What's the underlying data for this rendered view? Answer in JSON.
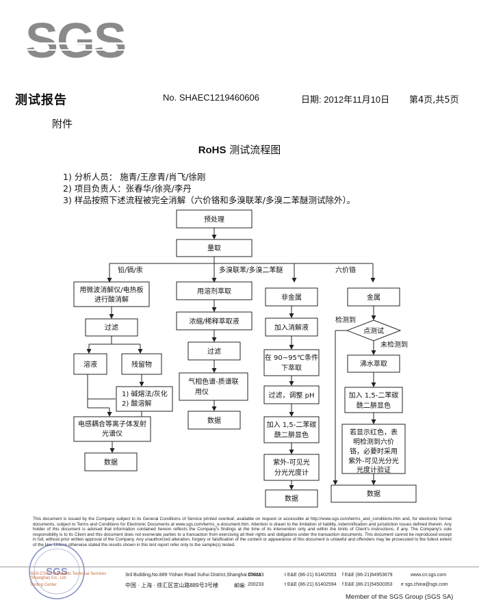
{
  "header": {
    "logo_text": "SGS",
    "title": "测试报告",
    "report_no": "No. SHAEC1219460606",
    "date": "日期: 2012年11月10日",
    "page": "第4页,共5页"
  },
  "attachment_label": "附件",
  "flow_title_bold": "RoHS",
  "flow_title_rest": " 测试流程图",
  "items": [
    "1)  分析人员：   施青/王彦青/肖飞/徐刚",
    "2)  项目负责人：张春华/徐亮/李丹",
    "3)  样品按照下述流程被完全消解（六价铬和多溴联苯/多溴二苯醚测试除外）。"
  ],
  "flow": {
    "pretreat": "预处理",
    "weigh": "量取",
    "branch_metals": "铅/镉/汞",
    "branch_pbb": "多溴联苯/多溴二苯醚",
    "branch_cr": "六价铬",
    "microwave_1": "用微波消解仪/电热板",
    "microwave_2": "进行酸消解",
    "filter_1": "过滤",
    "solution": "溶液",
    "residue": "残留物",
    "fusion_1": "1)  碱熔法/灰化",
    "fusion_2": "2)  酸溶解",
    "icp_1": "电感耦合等离子体发射",
    "icp_2": "光谱仪",
    "data_1": "数据",
    "solvent_extract": "用溶剂萃取",
    "concentrate": "浓缩/稀释萃取液",
    "filter_2": "过滤",
    "gcms_1": "气相色谱-质谱联",
    "gcms_2": "用仪",
    "data_2": "数据",
    "nonmetal": "非金属",
    "metal": "金属",
    "add_digest": "加入消解液",
    "heat_1": "在 90~95℃条件",
    "heat_2": "下萃取",
    "filter_ph": "过滤，调整 pH",
    "add_dpc_1": "加入 1,5-二苯碳",
    "add_dpc_2": "酰二肼显色",
    "uv_1": "紫外-可见光",
    "uv_2": "分光光度计",
    "data_3": "数据",
    "detected": "检测到",
    "spot_test": "点测试",
    "not_detected": "未检测到",
    "boil": "沸水萃取",
    "add_dpc2_1": "加入 1,5-二苯碳",
    "add_dpc2_2": "酰二肼显色",
    "confirm_1": "若显示红色，表",
    "confirm_2": "明检测到六价",
    "confirm_3": "铬，必要时采用",
    "confirm_4": "紫外-可见光分光",
    "confirm_5": "光度计验证",
    "data_4": "数据"
  },
  "disclaimer": "This document is issued by the Company subject to its General Conditions of Service printed overleaf, available on request or accessible at http://www.sgs.com/terms_and_conditions.htm and, for electronic format documents, subject to Terms and Conditions for Electronic Documents at www.sgs.com/terms_e-document.htm. Attention is drawn to the limitation of liability, indemnification and jurisdiction issues defined therein. Any holder of this document is advised that information contained hereon reflects the Company's findings at the time of its intervention only and within the limits of Client's instructions, if any. The Company's sole responsibility is to its Client and this document does not exonerate parties to a transaction from exercising all their rights and obligations under the transaction documents. This document cannot be reproduced except in full, without prior written approval of the Company. Any unauthorized alteration, forgery or falsification of the content or appearance of this document is unlawful and offenders may be prosecuted to the fullest extent of the law. Unless otherwise stated the results shown in this test report refer only to the sample(s) tested.",
  "footer": {
    "company_en": "SGS-CSTC Standards Technical Services (Shanghai) Co., Ltd.",
    "lab_en": "Testing Center",
    "addr_en": "3rd Building,No.889 Yishan Road Xuhui District,Shanghai China",
    "zip_en": "200233",
    "tel_en": "t E&E (86-21) 61402553",
    "fax_en": "f E&E (86-21)64953679",
    "web": "www.cn.sgs.com",
    "addr_cn": "中国 · 上海 · 徐汇区宜山路889号3号楼",
    "zip_label_cn": "邮编:",
    "zip_cn": "200233",
    "tel_cn": "t E&E (86-21) 61402594",
    "fax_cn": "f E&E (86-21)54500353",
    "email": "e  sgs.china@sgs.com",
    "member": "Member of the SGS Group (SGS SA)",
    "stamp_text": "SGS"
  }
}
